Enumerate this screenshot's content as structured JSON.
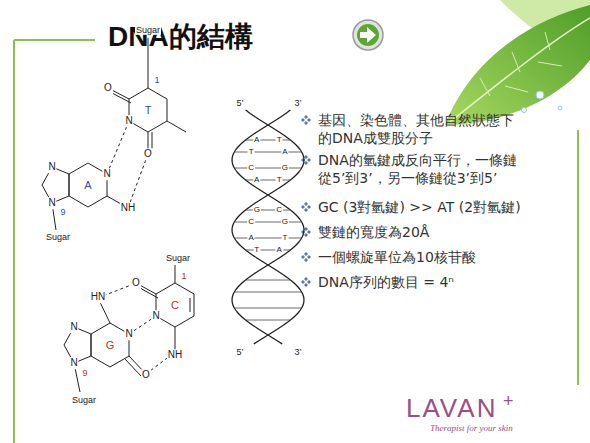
{
  "diagram": {
    "title": "DNA的結構",
    "labels": [
      "基因、染色體、其他自然狀態下的DNA成雙股分子",
      "DNA的氫鍵成反向平行，一條鏈從5’到3’，另一條鏈從3’到5’",
      "GC (3對氫鍵) >> AT (2對氫鍵)",
      "雙鏈的寬度為20Å",
      "一個螺旋單位為10核苷酸",
      "DNA序列的數目 = 4ⁿ",
      "LAVAN",
      "+",
      "Therapist for your skin",
      "Sugar",
      "1",
      "T",
      "O",
      "N",
      "O",
      "A",
      "N",
      "NH",
      "N",
      "N",
      "9",
      "Sugar",
      "Sugar",
      "1",
      "C",
      "O",
      "N",
      "NH",
      "HN",
      "N",
      "G",
      "O",
      "N",
      "N",
      "9",
      "Sugar",
      "5’",
      "3’",
      "5’",
      "3’",
      "A",
      "T",
      "T",
      "A",
      "C",
      "G",
      "A",
      "T",
      "G",
      "C",
      "C",
      "G",
      "A",
      "T",
      "T",
      "A"
    ]
  }
}
